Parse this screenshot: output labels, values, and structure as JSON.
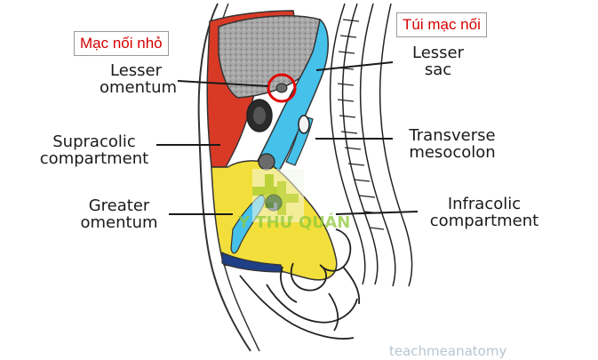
{
  "title_boxes": {
    "left": "Mạc nối nhỏ",
    "right": "Túi mạc nối"
  },
  "labels": {
    "lesser_omentum": [
      "Lesser",
      "omentum"
    ],
    "lesser_sac": [
      "Lesser",
      "sac"
    ],
    "supracolic": [
      "Supracolic",
      "compartment"
    ],
    "transverse_mesocolon": [
      "Transverse",
      "mesocolon"
    ],
    "greater_omentum": [
      "Greater",
      "omentum"
    ],
    "infracolic": [
      "Infracolic",
      "compartment"
    ]
  },
  "watermark": "Y THƯ QUÁN",
  "site_credit": "teachmeanatomy",
  "colors": {
    "liver": "#9b9b9b",
    "lesser_omentum": "#d83a26",
    "lesser_sac": "#45c1ea",
    "infracolic": "#f2df3b",
    "highlight_circle": "#e00000"
  }
}
